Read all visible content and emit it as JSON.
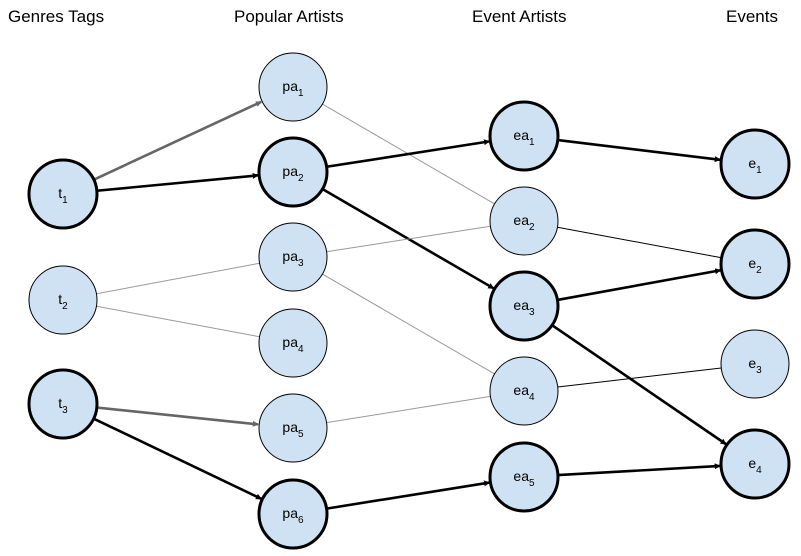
{
  "headers": {
    "genres": "Genres Tags",
    "popular": "Popular Artists",
    "event_artists": "Event Artists",
    "events": "Events"
  },
  "colors": {
    "node_fill": "#cfe2f3",
    "strong": "#000000",
    "medium": "#666666",
    "faint": "#999999"
  },
  "nodes": [
    {
      "id": "t1",
      "base": "t",
      "sub": "1",
      "emphasis": "bold"
    },
    {
      "id": "t2",
      "base": "t",
      "sub": "2",
      "emphasis": "normal"
    },
    {
      "id": "t3",
      "base": "t",
      "sub": "3",
      "emphasis": "bold"
    },
    {
      "id": "pa1",
      "base": "pa",
      "sub": "1",
      "emphasis": "normal"
    },
    {
      "id": "pa2",
      "base": "pa",
      "sub": "2",
      "emphasis": "bold"
    },
    {
      "id": "pa3",
      "base": "pa",
      "sub": "3",
      "emphasis": "normal"
    },
    {
      "id": "pa4",
      "base": "pa",
      "sub": "4",
      "emphasis": "normal"
    },
    {
      "id": "pa5",
      "base": "pa",
      "sub": "5",
      "emphasis": "normal"
    },
    {
      "id": "pa6",
      "base": "pa",
      "sub": "6",
      "emphasis": "bold"
    },
    {
      "id": "ea1",
      "base": "ea",
      "sub": "1",
      "emphasis": "bold"
    },
    {
      "id": "ea2",
      "base": "ea",
      "sub": "2",
      "emphasis": "normal"
    },
    {
      "id": "ea3",
      "base": "ea",
      "sub": "3",
      "emphasis": "bold"
    },
    {
      "id": "ea4",
      "base": "ea",
      "sub": "4",
      "emphasis": "normal"
    },
    {
      "id": "ea5",
      "base": "ea",
      "sub": "5",
      "emphasis": "bold"
    },
    {
      "id": "e1",
      "base": "e",
      "sub": "1",
      "emphasis": "bold"
    },
    {
      "id": "e2",
      "base": "e",
      "sub": "2",
      "emphasis": "bold"
    },
    {
      "id": "e3",
      "base": "e",
      "sub": "3",
      "emphasis": "normal"
    },
    {
      "id": "e4",
      "base": "e",
      "sub": "4",
      "emphasis": "bold"
    }
  ],
  "edges": [
    {
      "from": "t1",
      "to": "pa1",
      "style": "medium",
      "arrow": true
    },
    {
      "from": "t1",
      "to": "pa2",
      "style": "strong",
      "arrow": true
    },
    {
      "from": "t2",
      "to": "pa3",
      "style": "faint",
      "arrow": false
    },
    {
      "from": "t2",
      "to": "pa4",
      "style": "faint",
      "arrow": false
    },
    {
      "from": "t3",
      "to": "pa5",
      "style": "medium",
      "arrow": true
    },
    {
      "from": "t3",
      "to": "pa6",
      "style": "strong",
      "arrow": true
    },
    {
      "from": "pa1",
      "to": "ea2",
      "style": "faint",
      "arrow": false
    },
    {
      "from": "pa2",
      "to": "ea1",
      "style": "strong",
      "arrow": true
    },
    {
      "from": "pa2",
      "to": "ea3",
      "style": "strong",
      "arrow": true
    },
    {
      "from": "pa3",
      "to": "ea2",
      "style": "faint",
      "arrow": false
    },
    {
      "from": "pa3",
      "to": "ea4",
      "style": "faint",
      "arrow": false
    },
    {
      "from": "pa5",
      "to": "ea4",
      "style": "faint",
      "arrow": false
    },
    {
      "from": "pa6",
      "to": "ea5",
      "style": "strong",
      "arrow": true
    },
    {
      "from": "ea1",
      "to": "e1",
      "style": "strong",
      "arrow": true
    },
    {
      "from": "ea2",
      "to": "e2",
      "style": "thin",
      "arrow": false
    },
    {
      "from": "ea3",
      "to": "e2",
      "style": "strong",
      "arrow": true
    },
    {
      "from": "ea3",
      "to": "e4",
      "style": "strong",
      "arrow": true
    },
    {
      "from": "ea4",
      "to": "e3",
      "style": "thin",
      "arrow": false
    },
    {
      "from": "ea5",
      "to": "e4",
      "style": "strong",
      "arrow": true
    }
  ]
}
